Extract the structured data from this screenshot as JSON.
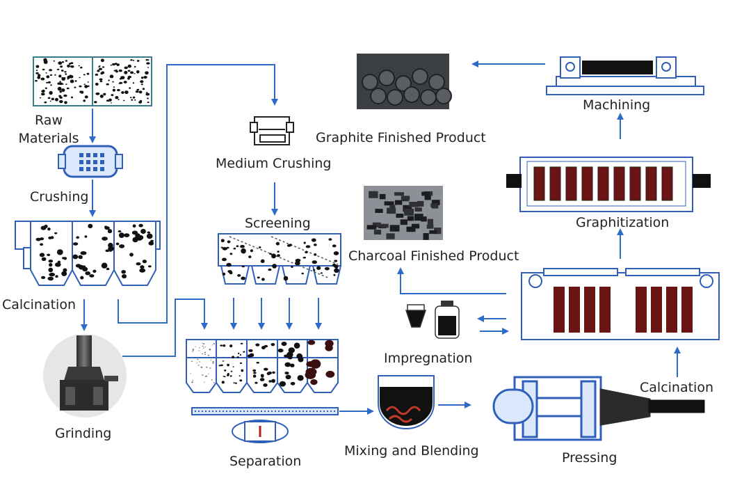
{
  "colors": {
    "arrow": "#2e6bc9",
    "equipment_outline": "#2f5fb8",
    "equipment_fill": "#dbe7fb",
    "dark_red": "#6a1414",
    "particle": "#111111",
    "photo_dark": "#3b3f44",
    "photo_light": "#8d9197"
  },
  "icons": {
    "raw_materials": "raw-material-bins-icon",
    "crusher": "jaw-crusher-icon",
    "calciner": "calcination-silos-icon",
    "grinding_mill": "grinding-mill-icon",
    "medium_crusher": "medium-crusher-icon",
    "screen": "vibrating-screen-icon",
    "separation": "separation-bins-icon",
    "mixer": "mixing-kettle-icon",
    "press": "extrusion-press-icon",
    "calcination_furnace": "ring-furnace-icon",
    "impregnation": "impregnation-tanks-icon",
    "graphitization_furnace": "graphitization-furnace-icon",
    "machining": "lathe-machining-icon",
    "graphite_photo": "graphite-electrodes-photo",
    "charcoal_photo": "charcoal-briquettes-photo"
  },
  "steps": {
    "raw_materials": "Raw\nMaterials",
    "crushing": "Crushing",
    "calcination_left": "Calcination",
    "grinding": "Grinding",
    "medium_crushing": "Medium Crushing",
    "screening": "Screening",
    "separation": "Separation",
    "mixing": "Mixing and Blending",
    "pressing": "Pressing",
    "calcination_right": "Calcination",
    "impregnation": "Impregnation",
    "graphitization": "Graphitization",
    "machining": "Machining",
    "graphite_product": "Graphite Finished Product",
    "charcoal_product": "Charcoal Finished Product"
  }
}
